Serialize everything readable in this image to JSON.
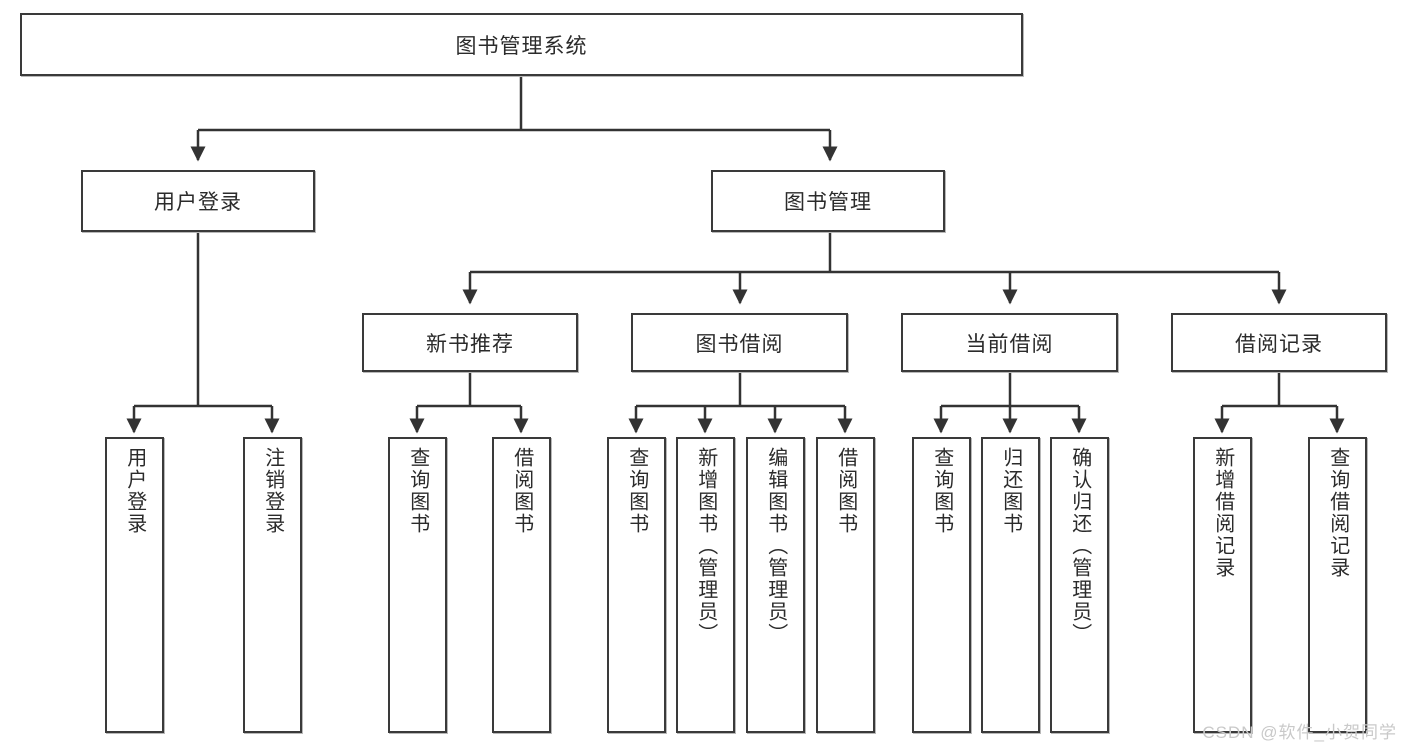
{
  "diagram": {
    "title": "图书管理系统",
    "type": "hierarchy-tree",
    "watermark": "CSDN @软件_小贺同学",
    "colors": {
      "box_border": "#3a3a3a",
      "box_fill": "#ffffff",
      "edge": "#333333",
      "text": "#2b2b2b",
      "watermark": "#c9c9c9"
    },
    "levels": {
      "root": {
        "label": "图书管理系统"
      },
      "level2": [
        {
          "id": "user-login",
          "label": "用户登录"
        },
        {
          "id": "book-manage",
          "label": "图书管理"
        }
      ],
      "level3": [
        {
          "id": "new-book-rec",
          "label": "新书推荐"
        },
        {
          "id": "book-borrow",
          "label": "图书借阅"
        },
        {
          "id": "current-borrow",
          "label": "当前借阅"
        },
        {
          "id": "borrow-record",
          "label": "借阅记录"
        }
      ],
      "leaves": {
        "user_login": [
          {
            "id": "leaf-user-login",
            "label": "用户登录"
          },
          {
            "id": "leaf-logout-login",
            "label": "注销登录"
          }
        ],
        "new_book_rec": [
          {
            "id": "leaf-query-book-1",
            "label": "查询图书"
          },
          {
            "id": "leaf-borrow-book-1",
            "label": "借阅图书"
          }
        ],
        "book_borrow": [
          {
            "id": "leaf-query-book-2",
            "label": "查询图书"
          },
          {
            "id": "leaf-add-book",
            "label": "新增图书（管理员）"
          },
          {
            "id": "leaf-edit-book",
            "label": "编辑图书（管理员）"
          },
          {
            "id": "leaf-borrow-book-2",
            "label": "借阅图书"
          }
        ],
        "current_borrow": [
          {
            "id": "leaf-query-book-3",
            "label": "查询图书"
          },
          {
            "id": "leaf-return-book",
            "label": "归还图书"
          },
          {
            "id": "leaf-confirm-return",
            "label": "确认归还（管理员）"
          }
        ],
        "borrow_record": [
          {
            "id": "leaf-add-record",
            "label": "新增借阅记录"
          },
          {
            "id": "leaf-query-record",
            "label": "查询借阅记录"
          }
        ]
      }
    }
  }
}
